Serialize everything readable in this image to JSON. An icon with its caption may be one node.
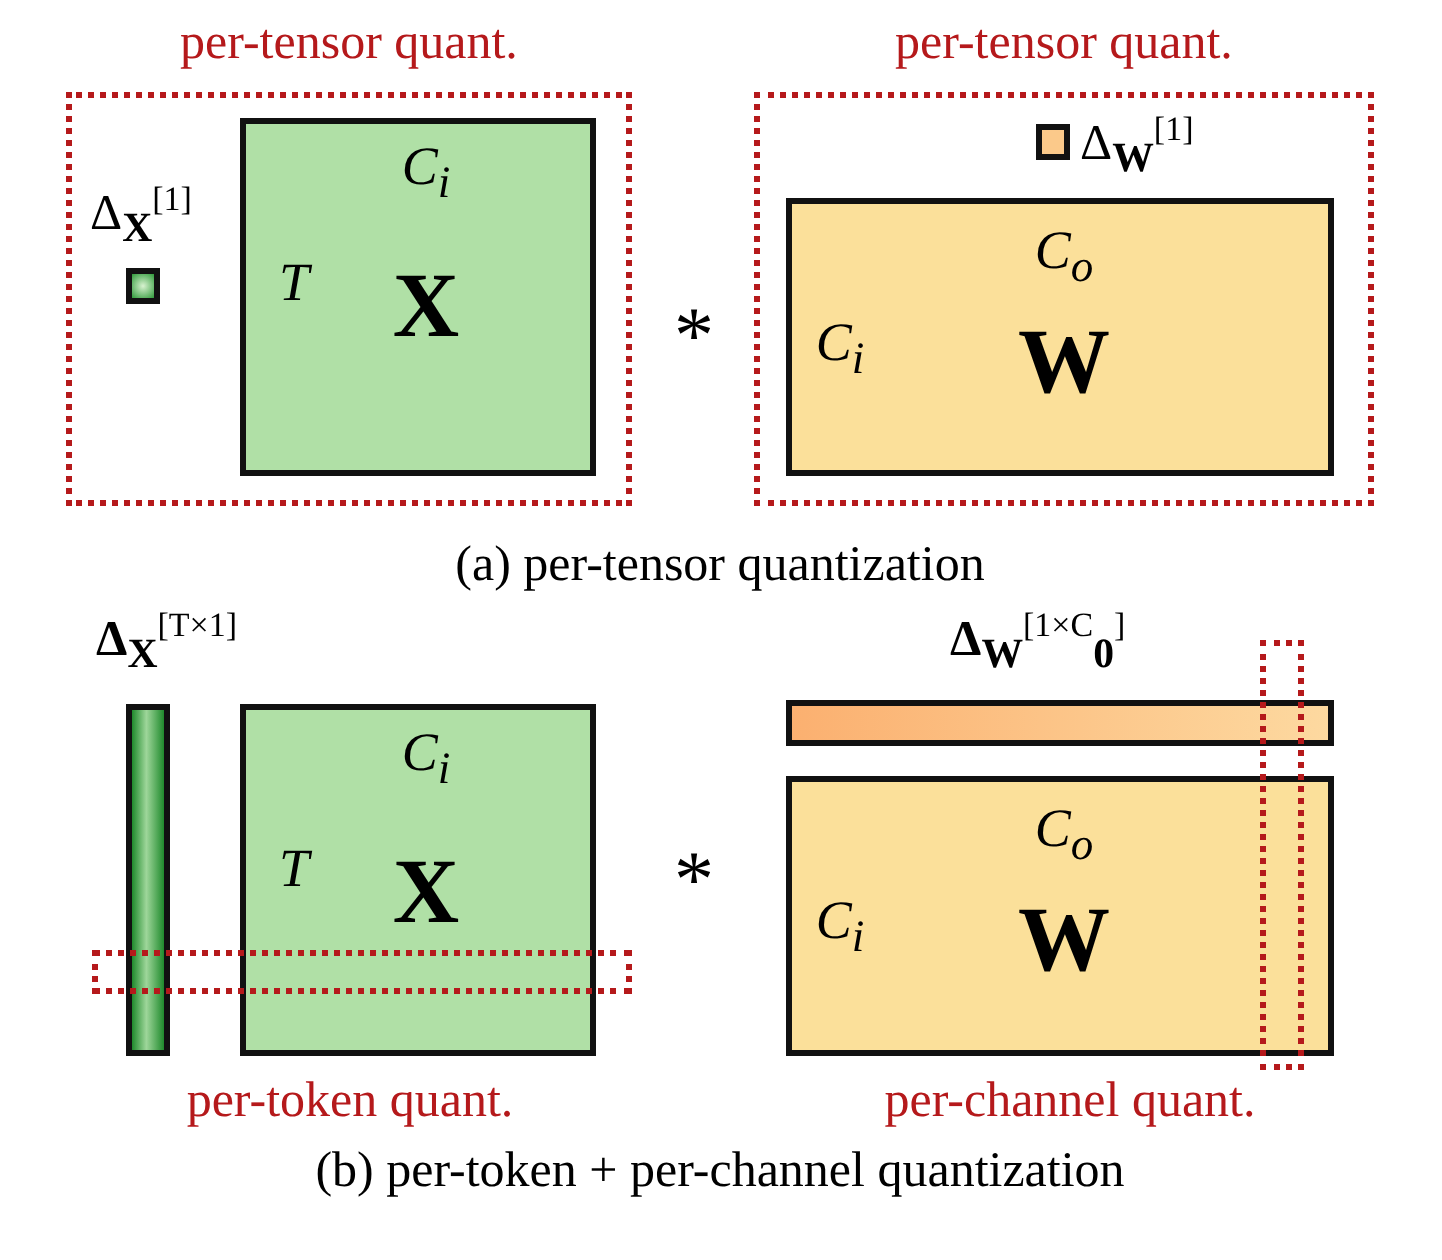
{
  "diagram": {
    "nodes": [
      {
        "text": [
          "per-tensor quant."
        ]
      },
      {
        "text": [
          "Δ$_{X}$$^{[1]}$"
        ],
        "in": 0
      },
      {
        "text": [
          "C$_{i}$",
          "T",
          "X"
        ],
        "in": 0
      },
      {
        "text": [
          "per-tensor quant."
        ]
      },
      {
        "text": [
          "Δ$_{W}$$^{[1]}$"
        ],
        "in": 3
      },
      {
        "text": [
          "C$_{o}$",
          "C$_{i}$",
          "W"
        ],
        "in": 3
      },
      {
        "text": [
          "Δ$_{X}$$^{[T×1]}$"
        ]
      },
      {
        "text": [
          "C$_{i}$",
          "T",
          "X"
        ]
      },
      {
        "text": [
          "Δ$_{W}$$^{[1×C}$$_{0}$$^{]}$"
        ]
      },
      {
        "text": [
          "C$_{o}$",
          "C$_{i}$",
          "W"
        ]
      },
      {
        "text": [],
        "shape": "box"
      },
      {
        "text": [],
        "shape": "box"
      }
    ],
    "edges": [],
    "labels": [
      "*",
      "(a) per-tensor quantization",
      "*",
      "per-token quant.",
      "per-channel quant.",
      "(b) per-token + per-channel quantization"
    ]
  }
}
